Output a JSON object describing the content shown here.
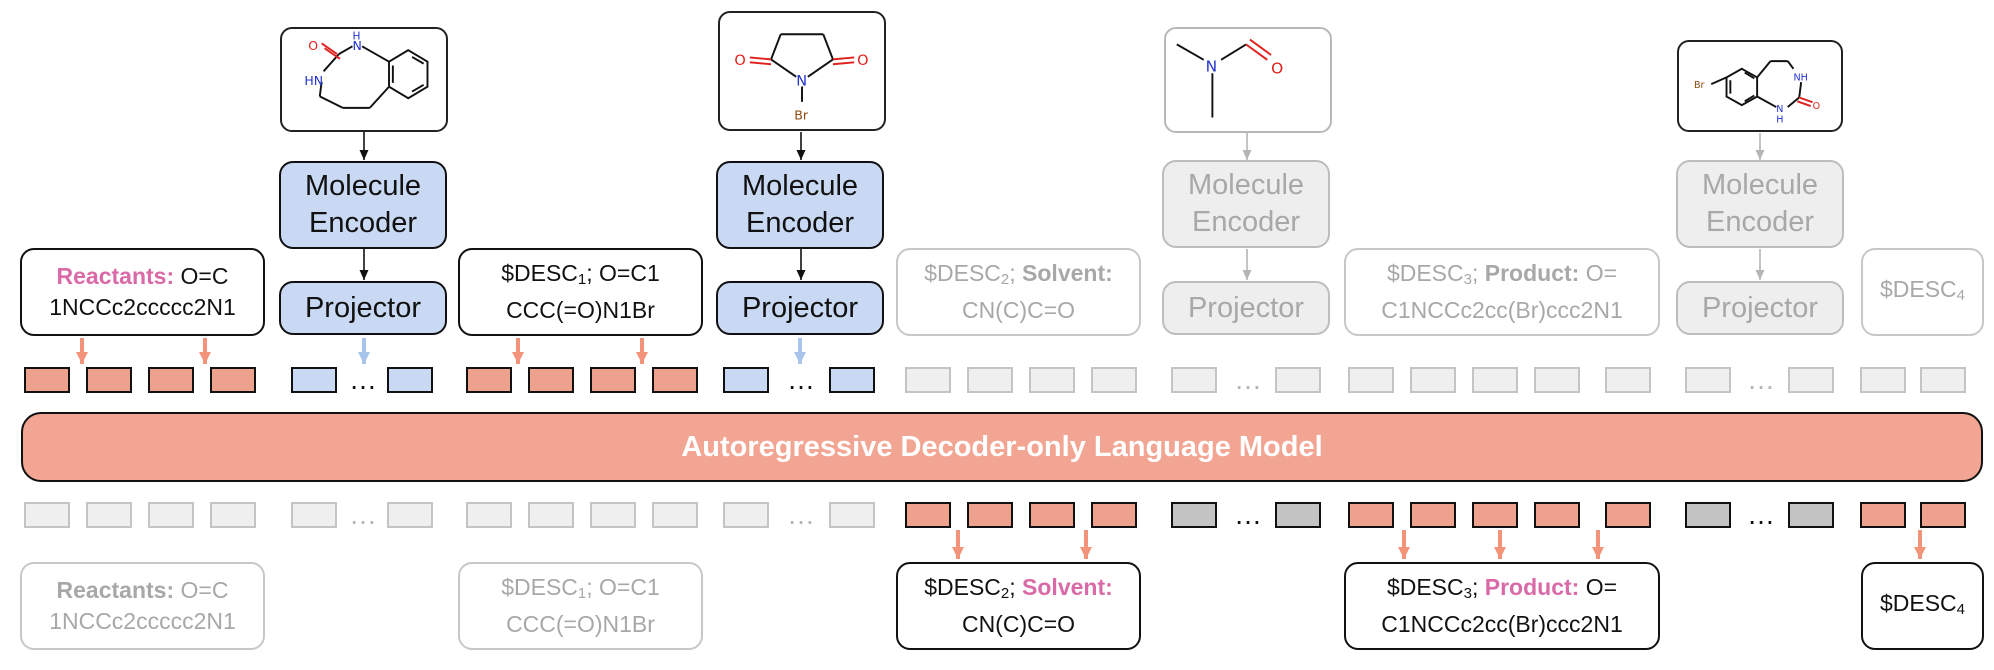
{
  "colors": {
    "token_orange": "#eea28e",
    "token_blue": "#c9d9f4",
    "token_gray_light": "#efefef",
    "token_gray_dark": "#c4c4c4",
    "label_pink": "#d96aa7",
    "dim_text": "#a8a8a8",
    "lm_fill": "#f1a592",
    "arrow_orange": "#f2937a",
    "arrow_blue": "#a9c4ea",
    "arrow_gray": "#b5b5b5"
  },
  "language_model": {
    "label": "Autoregressive Decoder-only Language Model"
  },
  "encoder_label": "Molecule\nEncoder",
  "projector_label": "Projector",
  "ellipsis": "…",
  "molecules": [
    {
      "name": "benzodiazepinone",
      "atoms": [
        "O",
        "N",
        "H",
        "HN"
      ]
    },
    {
      "name": "n-bromosuccinimide",
      "atoms": [
        "O",
        "O",
        "N",
        "Br"
      ]
    },
    {
      "name": "dimethylformamide",
      "atoms": [
        "N",
        "O"
      ]
    },
    {
      "name": "bromo-benzodiazepinone",
      "atoms": [
        "Br",
        "NH",
        "N",
        "H",
        "O"
      ]
    }
  ],
  "input_texts": [
    {
      "label": "Reactants:",
      "line1_rest": " O=C",
      "line2": "1NCCc2ccccc2N1"
    },
    {
      "desc": "$DESC",
      "desc_sub": "1",
      "line1_rest": "; O=C1",
      "line2": "CCC(=O)N1Br"
    },
    {
      "desc": "$DESC",
      "desc_sub": "2",
      "mid": "; ",
      "label": "Solvent:",
      "line2": "CN(C)C=O"
    },
    {
      "desc": "$DESC",
      "desc_sub": "3",
      "mid": "; ",
      "label": "Product:",
      "line1_rest": " O=",
      "line2": "C1NCCc2cc(Br)ccc2N1"
    },
    {
      "desc": "$DESC",
      "desc_sub": "4"
    }
  ],
  "output_texts": [
    {
      "label": "Reactants:",
      "line1_rest": " O=C",
      "line2": "1NCCc2ccccc2N1"
    },
    {
      "desc": "$DESC",
      "desc_sub": "1",
      "line1_rest": "; O=C1",
      "line2": "CCC(=O)N1Br"
    },
    {
      "desc": "$DESC",
      "desc_sub": "2",
      "mid": "; ",
      "label": "Solvent:",
      "line2": "CN(C)C=O"
    },
    {
      "desc": "$DESC",
      "desc_sub": "3",
      "mid": "; ",
      "label": "Product:",
      "line1_rest": " O=",
      "line2": "C1NCCc2cc(Br)ccc2N1"
    },
    {
      "desc": "$DESC",
      "desc_sub": "4"
    }
  ]
}
